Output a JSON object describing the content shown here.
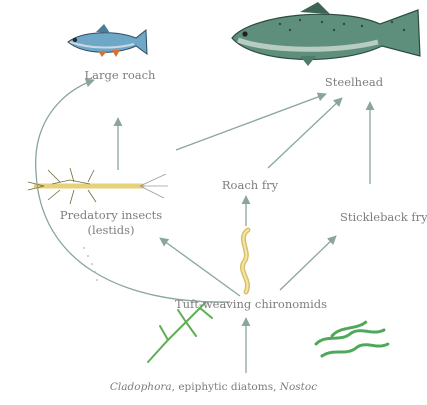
{
  "nodes": {
    "large_roach": "Large roach",
    "steelhead": "Steelhead",
    "roach_fry": "Roach fry",
    "predatory_insects": "Predatory insects",
    "predatory_insects_sub": "(lestids)",
    "stickleback_fry": "Stickleback fry",
    "chironomids": "Tuft-weaving chironomids"
  },
  "base": {
    "part1": "Cladophora",
    "part2": ", epiphytic diatoms, ",
    "part3": "Nostoc"
  },
  "colors": {
    "arrow": "#8aa69a",
    "text": "#7d7d7d",
    "roach_body": "#6fa7c7",
    "steelhead_body": "#5e8f7c",
    "insect": "#e6d27a",
    "algae": "#5fae57"
  }
}
